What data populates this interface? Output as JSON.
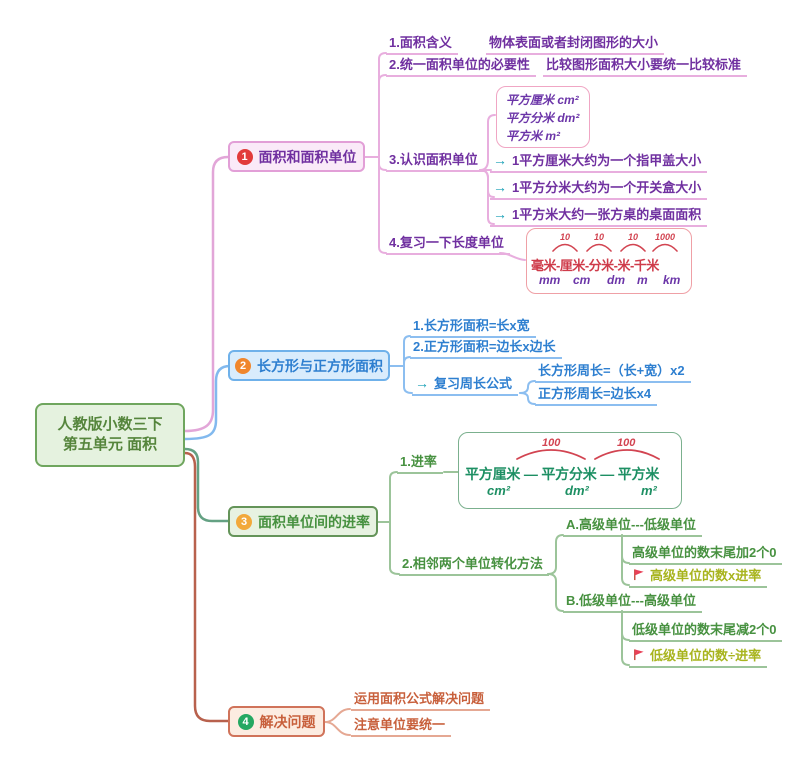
{
  "root": {
    "title_line1": "人教版小数三下",
    "title_line2": "第五单元 面积"
  },
  "icons": {
    "arrow": "→",
    "flag": "flag-icon"
  },
  "colors": {
    "branch1_accent": "#7030a0",
    "branch2_accent": "#2e7fd0",
    "branch3_accent": "#479140",
    "branch4_accent": "#c8603c",
    "teal_arrow": "#17a0b6",
    "flag_red": "#e84057",
    "olive": "#a8b41e",
    "handwriting_red": "#cf3b4a",
    "handwriting_green": "#1d8f63",
    "handwriting_purple": "#6b35a8",
    "num1": "#e23b3b",
    "num2": "#f0862c",
    "num3": "#f2a93b",
    "num4": "#25a862"
  },
  "branch1": {
    "number": "1",
    "title": "面积和面积单位",
    "item1_label": "1.面积含义",
    "item1_value": "物体表面或者封闭图形的大小",
    "item2_label": "2.统一面积单位的必要性",
    "item2_value": "比较图形面积大小要统一比较标准",
    "item3_label": "3.认识面积单位",
    "unit_rows": {
      "r1": "平方厘米 cm²",
      "r2": "平方分米 dm²",
      "r3": "平方米  m²"
    },
    "arrow1": "1平方厘米大约为一个指甲盖大小",
    "arrow2": "1平方分米大约为一个开关盒大小",
    "arrow3": "1平方米大约一张方桌的桌面面积",
    "item4_label": "4.复习一下长度单位",
    "length_box": {
      "rates": {
        "r1": "10",
        "r2": "10",
        "r3": "10",
        "r4": "1000"
      },
      "units_cn": "毫米-厘米-分米-米-千米",
      "units_en": {
        "u1": "mm",
        "u2": "cm",
        "u3": "dm",
        "u4": "m",
        "u5": "km"
      }
    }
  },
  "branch2": {
    "number": "2",
    "title": "长方形与正方形面积",
    "item1": "1.长方形面积=长x宽",
    "item2": "2.正方形面积=边长x边长",
    "arrow_label": "复习周长公式",
    "sub1": "长方形周长=（长+宽）x2",
    "sub2": "正方形周长=边长x4"
  },
  "branch3": {
    "number": "3",
    "title": "面积单位间的进率",
    "item1_label": "1.进率",
    "rate_box": {
      "rates": {
        "r1": "100",
        "r2": "100"
      },
      "units_cn": "平方厘米 — 平方分米 — 平方米",
      "units_en": {
        "u1": "cm²",
        "u2": "dm²",
        "u3": "m²"
      }
    },
    "item2_label": "2.相邻两个单位转化方法",
    "a_label": "A.高级单位---低级单位",
    "a_sub1": "高级单位的数末尾加2个0",
    "a_sub2": "高级单位的数x进率",
    "b_label": "B.低级单位---高级单位",
    "b_sub1": "低级单位的数末尾减2个0",
    "b_sub2": "低级单位的数÷进率"
  },
  "branch4": {
    "number": "4",
    "title": "解决问题",
    "item1": "运用面积公式解决问题",
    "item2": "注意单位要统一"
  }
}
